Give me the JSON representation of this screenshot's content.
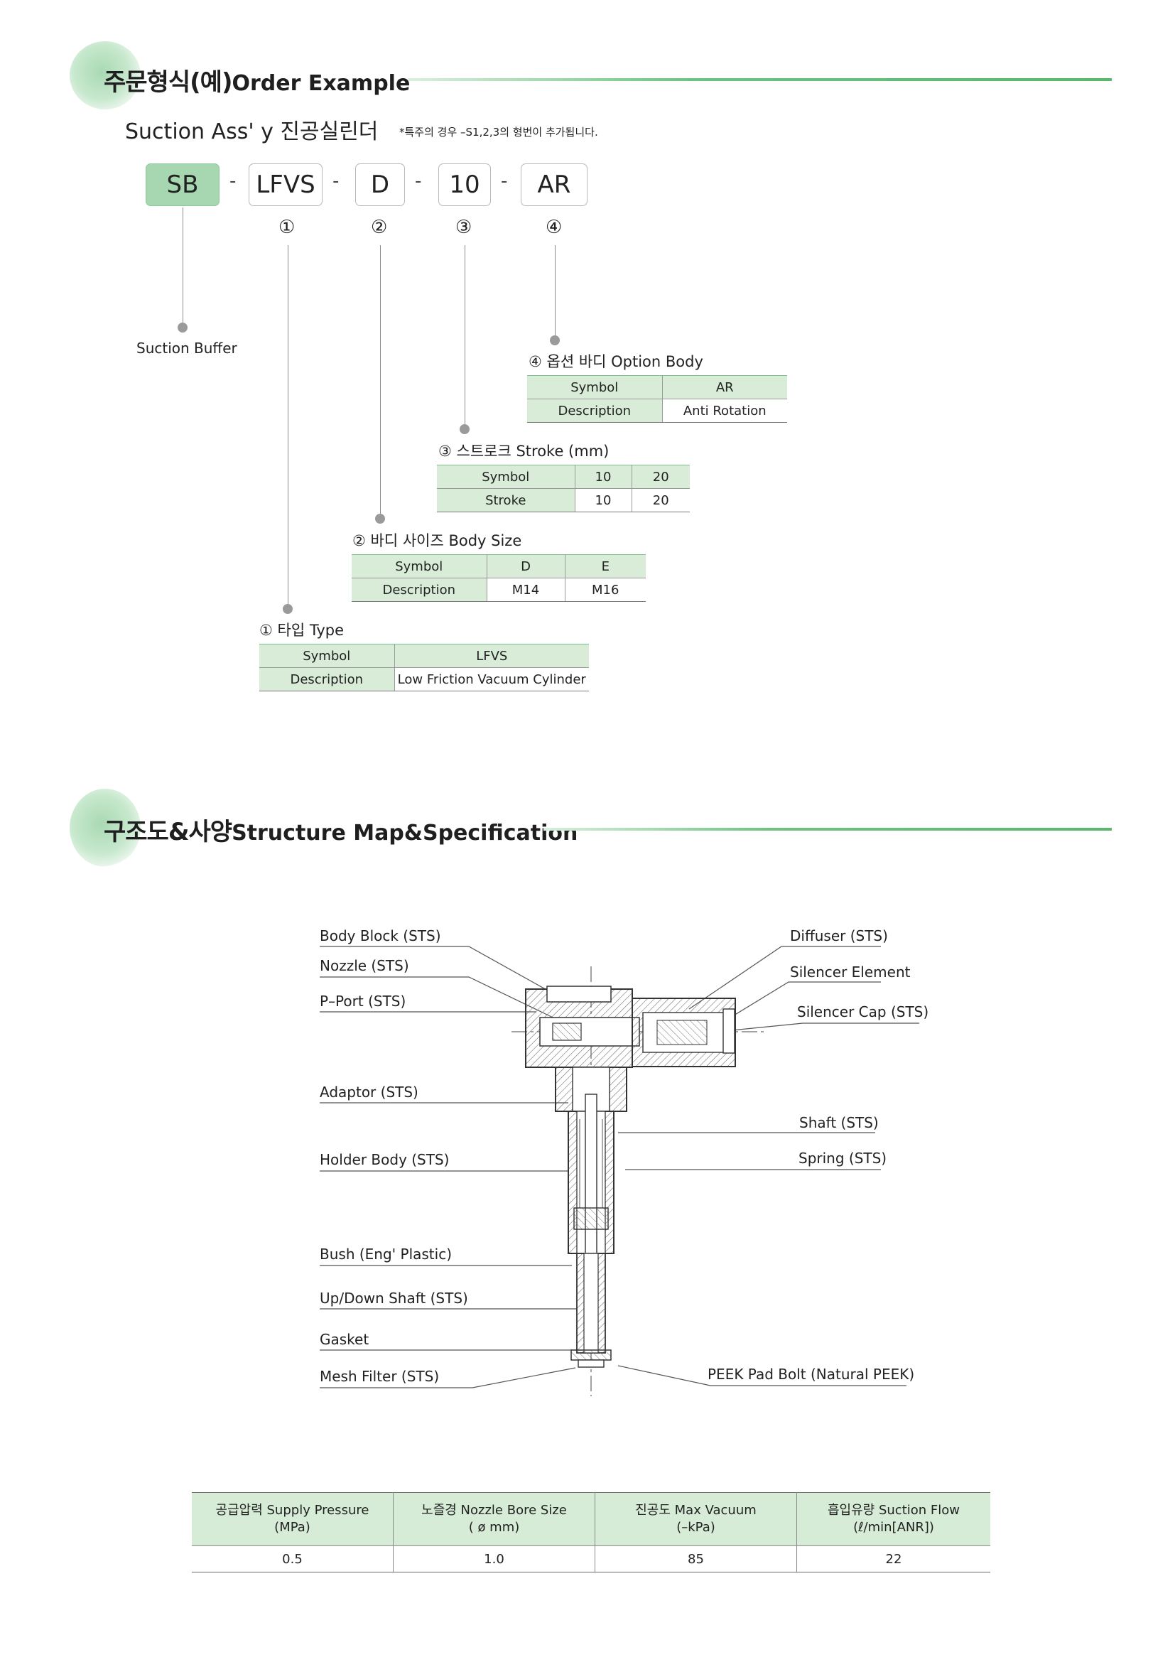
{
  "order_section": {
    "title_kr": "주문형식(예)",
    "title_en": "Order Example",
    "subtitle": "Suction Ass' y 진공실린더",
    "note": "*특주의 경우 –S1,2,3의 형번이 추가됩니다.",
    "codes": [
      "SB",
      "LFVS",
      "D",
      "10",
      "AR"
    ],
    "dash": "-",
    "markers": [
      "①",
      "②",
      "③",
      "④"
    ],
    "suction_buffer_label": "Suction Buffer",
    "option_body": {
      "title": "④ 옵션 바디 Option Body",
      "rows": [
        [
          "Symbol",
          "AR"
        ],
        [
          "Description",
          "Anti Rotation"
        ]
      ]
    },
    "stroke": {
      "title": "③ 스트로크 Stroke (mm)",
      "rows": [
        [
          "Symbol",
          "10",
          "20"
        ],
        [
          "Stroke",
          "10",
          "20"
        ]
      ]
    },
    "body_size": {
      "title": "② 바디 사이즈 Body Size",
      "rows": [
        [
          "Symbol",
          "D",
          "E"
        ],
        [
          "Description",
          "M14",
          "M16"
        ]
      ]
    },
    "type": {
      "title": "① 타입 Type",
      "rows": [
        [
          "Symbol",
          "LFVS"
        ],
        [
          "Description",
          "Low Friction Vacuum Cylinder"
        ]
      ]
    }
  },
  "structure_section": {
    "title_kr": "구조도&사양",
    "title_en": "Structure Map&Specification",
    "left_labels": [
      "Body Block (STS)",
      "Nozzle (STS)",
      "P–Port (STS)",
      "Adaptor (STS)",
      "Holder Body (STS)",
      "Bush (Eng' Plastic)",
      "Up/Down Shaft (STS)",
      "Gasket",
      "Mesh Filter (STS)"
    ],
    "right_labels": [
      "Diffuser (STS)",
      "Silencer Element",
      "Silencer Cap (STS)",
      "Shaft (STS)",
      "Spring (STS)",
      "PEEK Pad Bolt (Natural PEEK)"
    ]
  },
  "spec_table": {
    "headers": [
      [
        "공급압력 Supply Pressure",
        "(MPa)"
      ],
      [
        "노즐경 Nozzle Bore Size",
        "( ø mm)"
      ],
      [
        "진공도 Max Vacuum",
        "(–kPa)"
      ],
      [
        "흡입유량 Suction Flow",
        "(ℓ/min[ANR])"
      ]
    ],
    "values": [
      "0.5",
      "1.0",
      "85",
      "22"
    ]
  },
  "colors": {
    "accent_green": "#58b86c",
    "header_fill": "#d8ecd8",
    "code_fill": "#a7d7b1"
  }
}
